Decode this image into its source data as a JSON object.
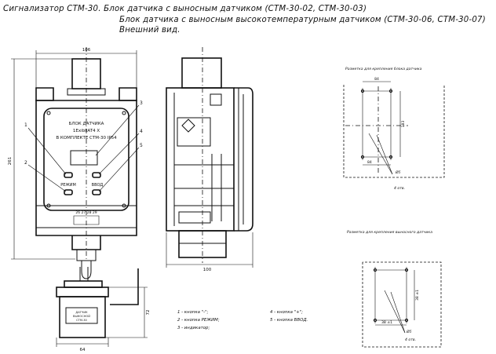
{
  "header": {
    "line1": "Сигнализатор СТМ-30. Блок датчика с выносным датчиком (СТМ-30-02, СТМ-30-03)",
    "line2": "Блок датчика с выносным высокотемпературным датчиком (СТМ-30-06, СТМ-30-07)",
    "line3": "Внешний вид."
  },
  "front_view": {
    "plate_lines": [
      "БЛОК ДАТЧИКА",
      "1ExibIIAT4 X",
      "В КОМПЛЕКТЕ СТМ-30  IP54"
    ],
    "label_left": "РЕЖИМ",
    "label_right": "ВВОД",
    "terminals": "26 27 28 29",
    "dim_width": "106",
    "dim_height": "261",
    "callouts": [
      "1",
      "2",
      "3",
      "4",
      "5"
    ]
  },
  "side_view": {
    "dim_depth": "100"
  },
  "bottom_view": {
    "dim_height": "72",
    "dim_width": "64",
    "plate_lines": [
      "ДАТЧИК",
      "ВЫНОСНОЙ",
      "СТМ-30"
    ]
  },
  "legend": {
    "left": [
      "1 - кнопка \"-\";",
      "2 - кнопка РЕЖИМ;",
      "3 - индикатор;"
    ],
    "right": [
      "4 - кнопка \"+\";",
      "5 - кнопка ВВОД."
    ]
  },
  "mount_block": {
    "title": "Разметка для крепления блока датчика",
    "dim_top": "84",
    "dim_side": "183",
    "dim_bottom": "84",
    "hole": "Ø5",
    "holes_count": "4 отв."
  },
  "mount_sensor": {
    "title": "Разметка для крепления выносного датчика",
    "dim_side": "38 ±1",
    "dim_bottom": "38 ±1",
    "hole": "Ø5",
    "holes_count": "4 отв."
  }
}
